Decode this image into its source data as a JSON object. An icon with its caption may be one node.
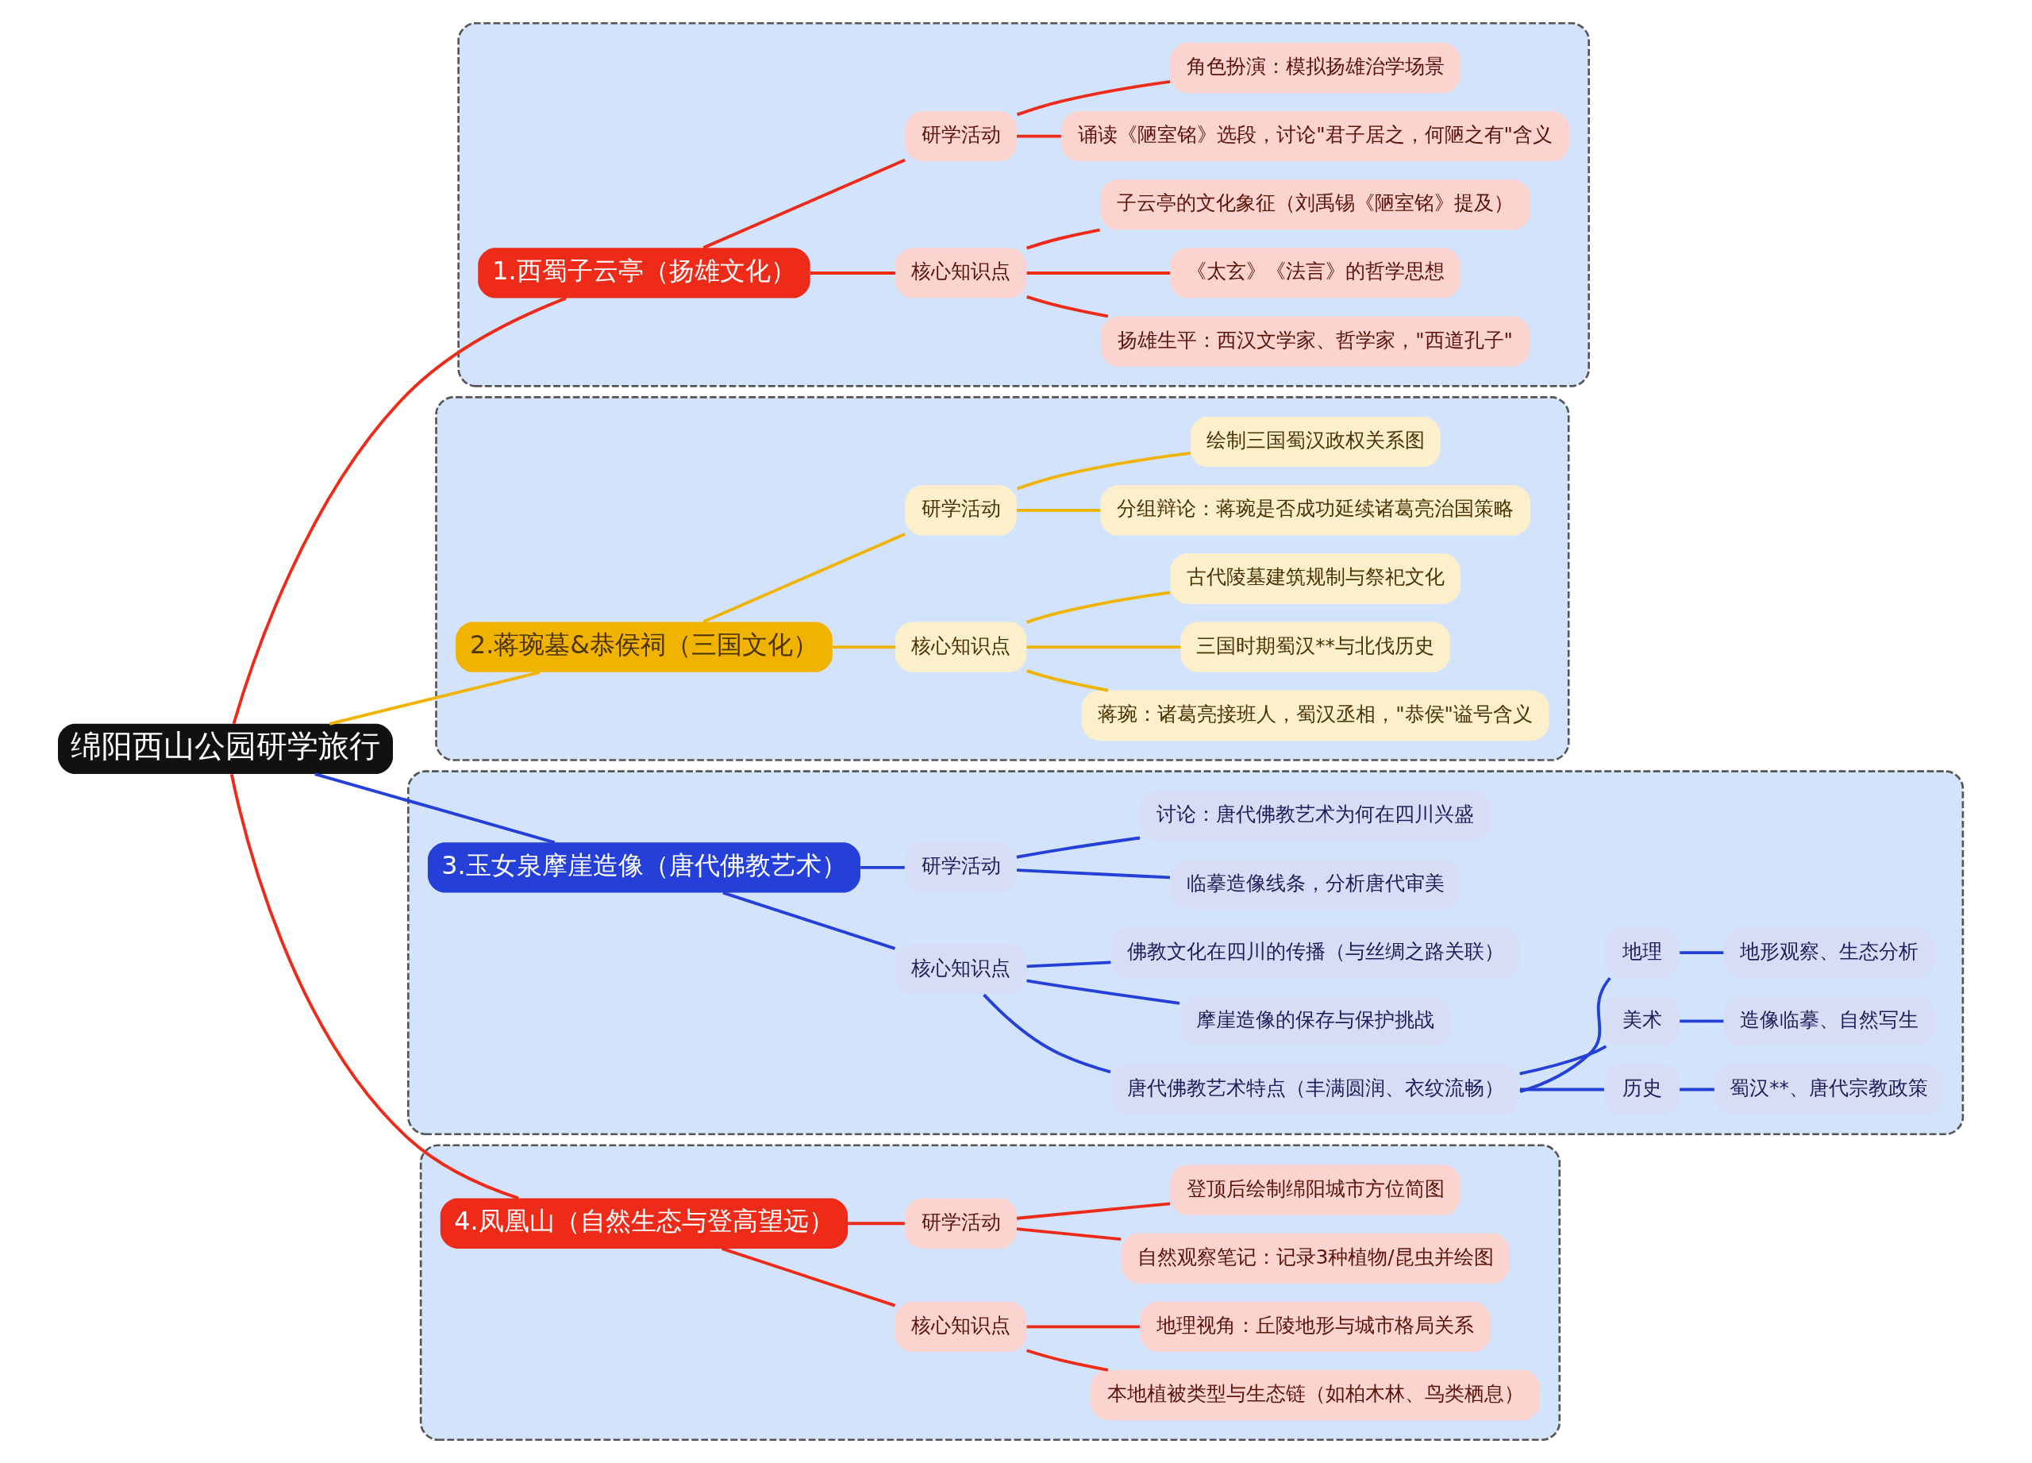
{
  "diagram": {
    "nodes": [
      {
        "text": [
          "绵阳西山公园研学旅行"
        ]
      },
      {
        "text": [],
        "shape": "box"
      },
      {
        "text": [
          "1.西蜀子云亭（扬雄文化）"
        ],
        "in": 1
      },
      {
        "text": [
          "核心知识点"
        ],
        "in": 1
      },
      {
        "text": [
          "扬雄生平：西汉文学家、哲学家，\"西道孔子\""
        ],
        "in": 1
      },
      {
        "text": [
          "《太玄》《法言》的哲学思想"
        ],
        "in": 1
      },
      {
        "text": [
          "子云亭的文化象征（刘禹锡《陋室铭》提及）"
        ],
        "in": 1
      },
      {
        "text": [
          "研学活动"
        ],
        "in": 1
      },
      {
        "text": [
          "诵读《陋室铭》选段，讨论\"君子居之，何陋之有\"含义"
        ],
        "in": 1
      },
      {
        "text": [
          "角色扮演：模拟扬雄治学场景"
        ],
        "in": 1
      },
      {
        "text": [],
        "shape": "box"
      },
      {
        "text": [
          "2.蒋琬墓&恭侯祠（三国文化）"
        ],
        "in": 10
      },
      {
        "text": [
          "核心知识点"
        ],
        "in": 10
      },
      {
        "text": [
          "蒋琬：诸葛亮接班人，蜀汉丞相，\"恭侯\"谥号含义"
        ],
        "in": 10
      },
      {
        "text": [
          "三国时期蜀汉**与北伐历史"
        ],
        "in": 10
      },
      {
        "text": [
          "古代陵墓建筑规制与祭祀文化"
        ],
        "in": 10
      },
      {
        "text": [
          "研学活动"
        ],
        "in": 10
      },
      {
        "text": [
          "分组辩论：蒋琬是否成功延续诸葛亮治国策略"
        ],
        "in": 10
      },
      {
        "text": [
          "绘制三国蜀汉政权关系图"
        ],
        "in": 10
      },
      {
        "text": [],
        "shape": "box"
      },
      {
        "text": [
          "3.玉女泉摩崖造像（唐代佛教艺术）"
        ],
        "in": 19
      },
      {
        "text": [
          "核心知识点"
        ],
        "in": 19
      },
      {
        "text": [
          "唐代佛教艺术特点（丰满圆润、衣纹流畅）"
        ],
        "in": 19
      },
      {
        "text": [
          "历史"
        ],
        "in": 19
      },
      {
        "text": [
          "蜀汉**、唐代宗教政策"
        ],
        "in": 19
      },
      {
        "text": [
          "美术"
        ],
        "in": 19
      },
      {
        "text": [
          "造像临摹、自然写生"
        ],
        "in": 19
      },
      {
        "text": [
          "地理"
        ],
        "in": 19
      },
      {
        "text": [
          "地形观察、生态分析"
        ],
        "in": 19
      },
      {
        "text": [
          "摩崖造像的保存与保护挑战"
        ],
        "in": 19
      },
      {
        "text": [
          "佛教文化在四川的传播（与丝绸之路关联）"
        ],
        "in": 19
      },
      {
        "text": [
          "研学活动"
        ],
        "in": 19
      },
      {
        "text": [
          "临摹造像线条，分析唐代审美"
        ],
        "in": 19
      },
      {
        "text": [
          "讨论：唐代佛教艺术为何在四川兴盛"
        ],
        "in": 19
      },
      {
        "text": [],
        "shape": "box"
      },
      {
        "text": [
          "4.凤凰山（自然生态与登高望远）"
        ],
        "in": 34
      },
      {
        "text": [
          "核心知识点"
        ],
        "in": 34
      },
      {
        "text": [
          "本地植被类型与生态链（如柏木林、鸟类栖息）"
        ],
        "in": 34
      },
      {
        "text": [
          "地理视角：丘陵地形与城市格局关系"
        ],
        "in": 34
      },
      {
        "text": [
          "研学活动"
        ],
        "in": 34
      },
      {
        "text": [
          "自然观察笔记：记录3种植物/昆虫并绘图"
        ],
        "in": 34
      },
      {
        "text": [
          "登顶后绘制绵阳城市方位简图"
        ],
        "in": 34
      }
    ],
    "edges": [
      {
        "from": 0,
        "to": 2,
        "arrow": "none"
      },
      {
        "from": 0,
        "to": 11,
        "arrow": "none",
        "color": "#f0b400"
      },
      {
        "from": 0,
        "to": 20,
        "arrow": "none",
        "color": "#2440d8"
      },
      {
        "from": 0,
        "to": 35,
        "arrow": "none"
      },
      {
        "from": 2,
        "to": 3,
        "arrow": "none"
      },
      {
        "from": 3,
        "to": 4,
        "arrow": "none"
      },
      {
        "from": 3,
        "to": 5,
        "arrow": "none"
      },
      {
        "from": 3,
        "to": 6,
        "arrow": "none"
      },
      {
        "from": 2,
        "to": 7,
        "arrow": "none"
      },
      {
        "from": 7,
        "to": 8,
        "arrow": "none"
      },
      {
        "from": 7,
        "to": 9,
        "arrow": "none"
      },
      {
        "from": 11,
        "to": 12,
        "arrow": "none",
        "color": "#f0b400"
      },
      {
        "from": 12,
        "to": 13,
        "arrow": "none",
        "color": "#f0b400"
      },
      {
        "from": 12,
        "to": 14,
        "arrow": "none",
        "color": "#f0b400"
      },
      {
        "from": 12,
        "to": 15,
        "arrow": "none",
        "color": "#f0b400"
      },
      {
        "from": 11,
        "to": 16,
        "arrow": "none",
        "color": "#f0b400"
      },
      {
        "from": 16,
        "to": 17,
        "arrow": "none",
        "color": "#f0b400"
      },
      {
        "from": 16,
        "to": 18,
        "arrow": "none",
        "color": "#f0b400"
      },
      {
        "from": 20,
        "to": 21,
        "arrow": "none",
        "color": "#2440d8"
      },
      {
        "from": 21,
        "to": 22,
        "arrow": "none",
        "color": "#2440d8"
      },
      {
        "from": 22,
        "to": 23,
        "arrow": "none",
        "color": "#2440d8"
      },
      {
        "from": 23,
        "to": 24,
        "arrow": "none",
        "color": "#2440d8"
      },
      {
        "from": 22,
        "to": 25,
        "arrow": "none",
        "color": "#2440d8"
      },
      {
        "from": 25,
        "to": 26,
        "arrow": "none",
        "color": "#2440d8"
      },
      {
        "from": 22,
        "to": 27,
        "arrow": "none",
        "color": "#2440d8"
      },
      {
        "from": 27,
        "to": 28,
        "arrow": "none",
        "color": "#2440d8"
      },
      {
        "from": 21,
        "to": 29,
        "arrow": "none",
        "color": "#2440d8"
      },
      {
        "from": 21,
        "to": 30,
        "arrow": "none",
        "color": "#2440d8"
      },
      {
        "from": 20,
        "to": 31,
        "arrow": "none",
        "color": "#2440d8"
      },
      {
        "from": 31,
        "to": 32,
        "arrow": "none",
        "color": "#2440d8"
      },
      {
        "from": 31,
        "to": 33,
        "arrow": "none",
        "color": "#2440d8"
      },
      {
        "from": 35,
        "to": 36,
        "arrow": "none"
      },
      {
        "from": 36,
        "to": 37,
        "arrow": "none"
      },
      {
        "from": 36,
        "to": 38,
        "arrow": "none"
      },
      {
        "from": 35,
        "to": 39,
        "arrow": "none"
      },
      {
        "from": 39,
        "to": 40,
        "arrow": "none"
      },
      {
        "from": 39,
        "to": 41,
        "arrow": "none"
      }
    ]
  }
}
